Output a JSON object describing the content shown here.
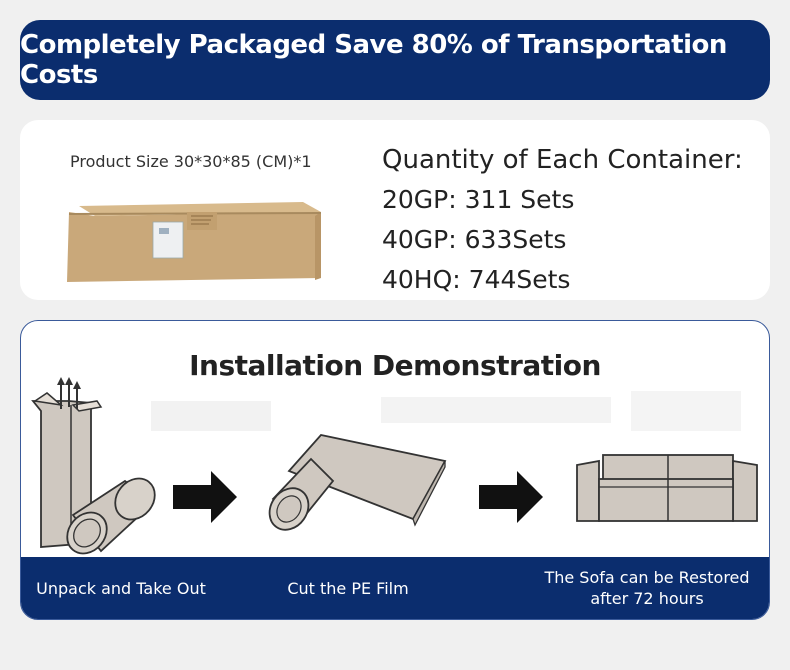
{
  "banner": {
    "title": "Completely Packaged Save 80% of Transportation Costs"
  },
  "product": {
    "size_label": "Product Size 30*30*85 (CM)*1",
    "box_icon": "cardboard-box-icon"
  },
  "container": {
    "title": "Quantity of Each Container:",
    "lines": [
      "20GP: 311 Sets",
      "40GP: 633Sets",
      "40HQ: 744Sets"
    ]
  },
  "install": {
    "title": "Installation Demonstration",
    "steps": [
      {
        "label": "Unpack and Take Out",
        "icon": "unbox-roll-icon"
      },
      {
        "label": "Cut the PE Film",
        "icon": "unroll-film-icon"
      },
      {
        "label": "The Sofa can be Restored after 72 hours",
        "icon": "sofa-icon"
      }
    ],
    "arrow_icon": "right-arrow-icon"
  },
  "colors": {
    "brand_navy": "#0b2d6e",
    "card_bg": "#ffffff",
    "page_bg": "#f0f0f0",
    "foam_gray": "#cfc8c0",
    "box_kraft": "#c9a87a"
  }
}
